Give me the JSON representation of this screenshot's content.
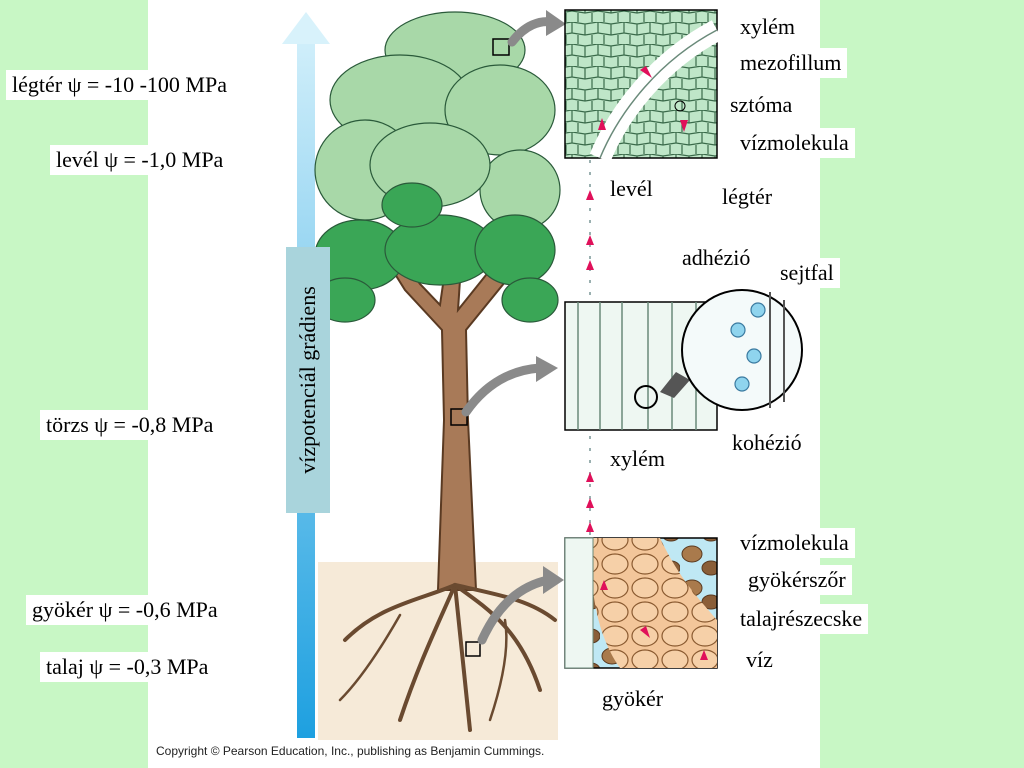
{
  "left_labels": {
    "legter": "légtér ψ = -10 -100 MPa",
    "level": "levél ψ = -1,0 MPa",
    "torzs": "törzs ψ = -0,8 MPa",
    "gyoker": "gyökér ψ = -0,6 MPa",
    "talaj": "talaj ψ = -0,3 MPa"
  },
  "gradient_label": "vízpotenciál grádiens",
  "leaf_inset": {
    "xylem": "xylém",
    "mezofillum": "mezofillum",
    "sztoma": "sztóma",
    "vizmolekula": "vízmolekula",
    "legter": "légtér",
    "caption": "levél"
  },
  "stem_inset": {
    "adhezio": "adhézió",
    "sejtfal": "sejtfal",
    "kohezio": "kohézió",
    "caption": "xylém"
  },
  "root_inset": {
    "vizmolekula": "vízmolekula",
    "gyokerszor": "gyökérszőr",
    "talajreszecske": "talajrészecske",
    "viz": "víz",
    "caption": "gyökér"
  },
  "copyright": "Copyright © Pearson Education, Inc., publishing as Benjamin Cummings.",
  "colors": {
    "background": "#c8f7c5",
    "gradient_arrow": "#2aa8e0",
    "leaf_light": "#a8d8a8",
    "leaf_dark": "#3aa656",
    "trunk": "#a87a58",
    "root_zone": "#f6ead8",
    "water_arrow": "#e0105a"
  }
}
